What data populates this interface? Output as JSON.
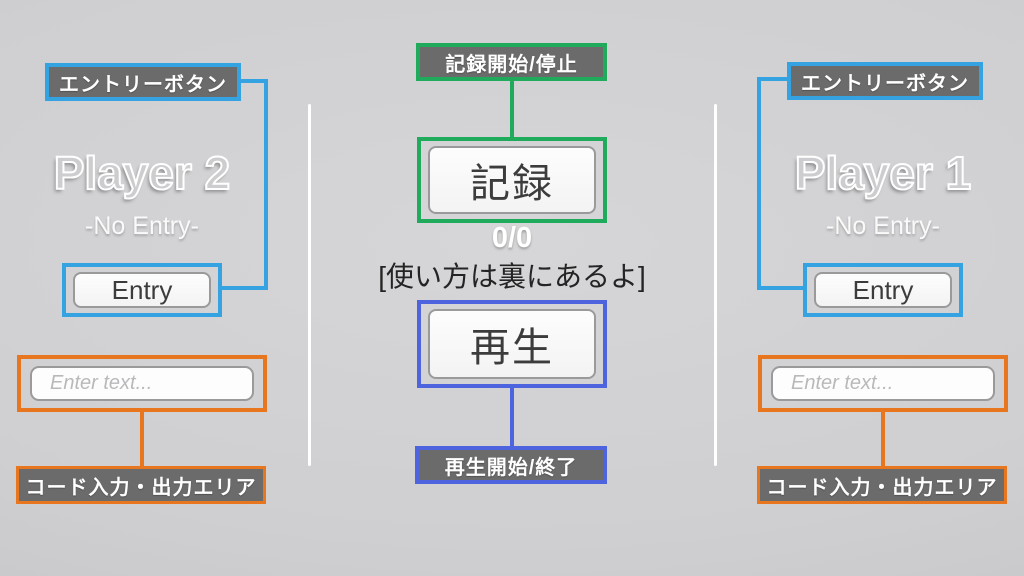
{
  "accent_colors": {
    "entry_blue": "#35a3e2",
    "record_green": "#20ab5c",
    "play_royal_blue": "#4e64df",
    "code_orange": "#e8761e",
    "callout_background": "#6b6b6b",
    "page_background": "#cfcfd1"
  },
  "left_panel": {
    "callout_entry_button": "エントリーボタン",
    "player_title": "Player 2",
    "entry_status": "-No Entry-",
    "entry_button_label": "Entry",
    "input_placeholder": "Enter text...",
    "callout_code_area": "コード入力・出力エリア"
  },
  "center_panel": {
    "callout_record": "記録開始/停止",
    "record_button_label": "記録",
    "counter": "0/0",
    "hint": "[使い方は裏にあるよ]",
    "play_button_label": "再生",
    "callout_play": "再生開始/終了"
  },
  "right_panel": {
    "callout_entry_button": "エントリーボタン",
    "player_title": "Player 1",
    "entry_status": "-No Entry-",
    "entry_button_label": "Entry",
    "input_placeholder": "Enter text...",
    "callout_code_area": "コード入力・出力エリア"
  }
}
